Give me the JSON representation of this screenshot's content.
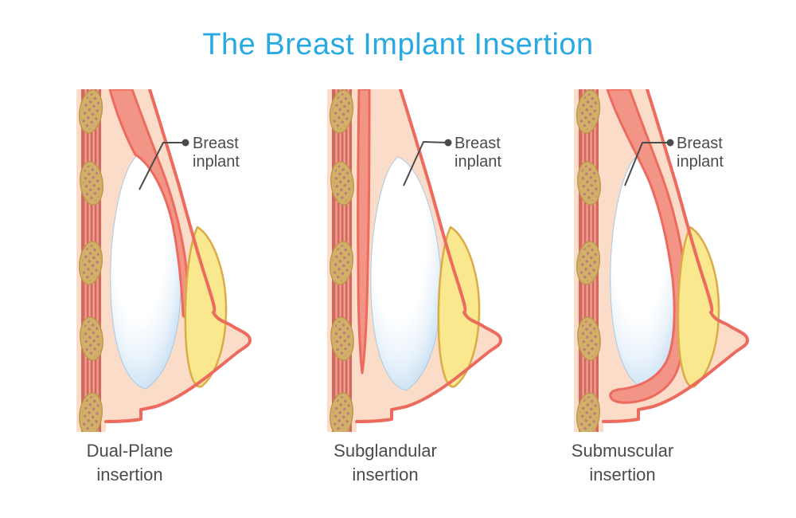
{
  "title": "The Breast Implant Insertion",
  "colors": {
    "title_blue": "#29a9e1",
    "skin": "#fbdcc9",
    "breast_outline": "#ed6b5e",
    "pectoral_muscle": "#f29486",
    "chest_muscle_band": "#d4685e",
    "muscle_stripe": "#efa394",
    "rib_fill": "#d3b067",
    "rib_stroke": "#be9750",
    "rib_dots": "#b97f7e",
    "implant_rim_blue": "#abcde9",
    "gland_fill": "#f9e88d",
    "gland_stroke": "#dbab48",
    "label_text": "#4b4b4b"
  },
  "panels": [
    {
      "id": "dual-plane",
      "implant_label": {
        "line1": "Breast",
        "line2": "inplant"
      },
      "caption": {
        "line1": "Dual-Plane",
        "line2": "insertion"
      }
    },
    {
      "id": "subglandular",
      "implant_label": {
        "line1": "Breast",
        "line2": "inplant"
      },
      "caption": {
        "line1": "Subglandular",
        "line2": "insertion"
      }
    },
    {
      "id": "submuscular",
      "implant_label": {
        "line1": "Breast",
        "line2": "inplant"
      },
      "caption": {
        "line1": "Submuscular",
        "line2": "insertion"
      }
    }
  ]
}
